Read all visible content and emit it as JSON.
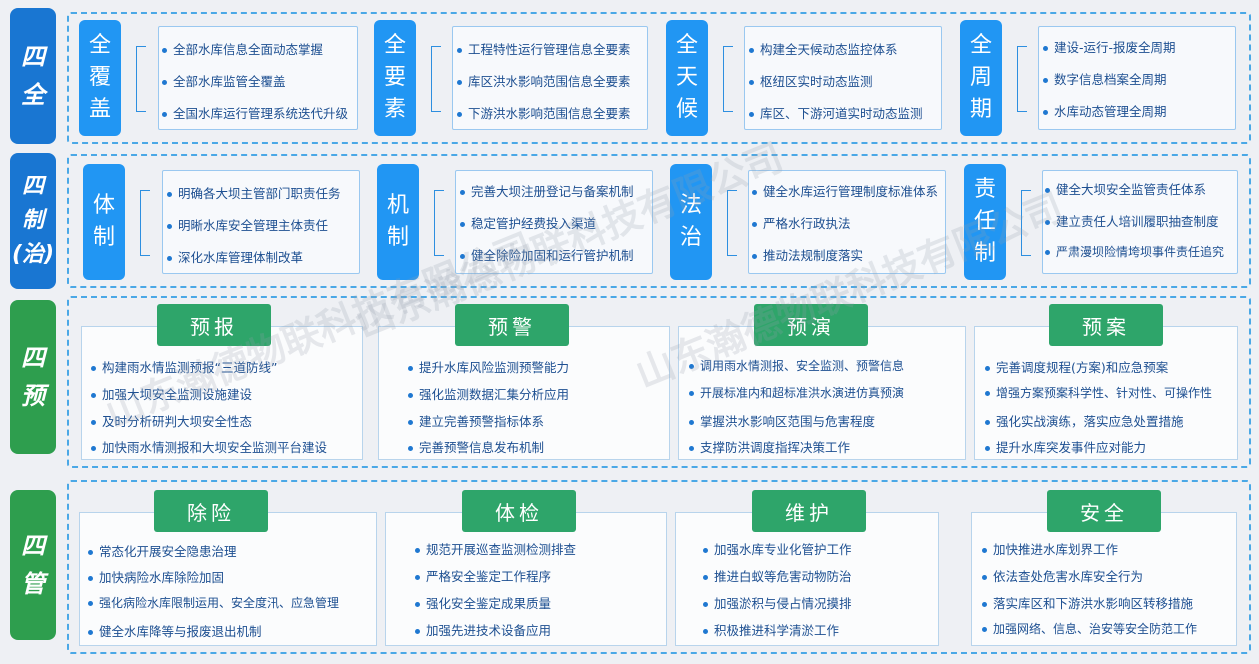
{
  "sections": [
    {
      "label": [
        "四",
        "全"
      ],
      "groups": [
        {
          "title": [
            "全",
            "覆",
            "盖"
          ],
          "items": [
            "全部水库信息全面动态掌握",
            "全部水库监管全覆盖",
            "全国水库运行管理系统迭代升级"
          ]
        },
        {
          "title": [
            "全",
            "要",
            "素"
          ],
          "items": [
            "工程特性运行管理信息全要素",
            "库区洪水影响范围信息全要素",
            "下游洪水影响范围信息全要素"
          ]
        },
        {
          "title": [
            "全",
            "天",
            "候"
          ],
          "items": [
            "构建全天候动态监控体系",
            "枢纽区实时动态监测",
            "库区、下游河道实时动态监测"
          ]
        },
        {
          "title": [
            "全",
            "周",
            "期"
          ],
          "items": [
            "建设-运行-报废全周期",
            "数字信息档案全周期",
            "水库动态管理全周期"
          ]
        }
      ]
    },
    {
      "label": [
        "四",
        "制",
        "(治)"
      ],
      "groups": [
        {
          "title": [
            "体",
            "制"
          ],
          "items": [
            "明确各大坝主管部门职责任务",
            "明晰水库安全管理主体责任",
            "深化水库管理体制改革"
          ]
        },
        {
          "title": [
            "机",
            "制"
          ],
          "items": [
            "完善大坝注册登记与备案机制",
            "稳定管护经费投入渠道",
            "健全除险加固和运行管护机制"
          ]
        },
        {
          "title": [
            "法",
            "治"
          ],
          "items": [
            "健全水库运行管理制度标准体系",
            "严格水行政执法",
            "推动法规制度落实"
          ]
        },
        {
          "title": [
            "责",
            "任",
            "制"
          ],
          "items": [
            "健全大坝安全监管责任体系",
            "建立责任人培训履职抽查制度",
            "严肃漫坝险情垮坝事件责任追究"
          ]
        }
      ]
    },
    {
      "label": [
        "四",
        "预"
      ],
      "groups": [
        {
          "title": "预报",
          "items": [
            "构建雨水情监测预报“三道防线”",
            "加强大坝安全监测设施建设",
            "及时分析研判大坝安全性态",
            "加快雨水情测报和大坝安全监测平台建设"
          ]
        },
        {
          "title": "预警",
          "items": [
            "提升水库风险监测预警能力",
            "强化监测数据汇集分析应用",
            "建立完善预警指标体系",
            "完善预警信息发布机制"
          ]
        },
        {
          "title": "预演",
          "items": [
            "调用雨水情测报、安全监测、预警信息",
            "开展标准内和超标准洪水演进仿真预演",
            "掌握洪水影响区范围与危害程度",
            "支撑防洪调度指挥决策工作"
          ]
        },
        {
          "title": "预案",
          "items": [
            "完善调度规程(方案)和应急预案",
            "增强方案预案科学性、针对性、可操作性",
            "强化实战演练，落实应急处置措施",
            "提升水库突发事件应对能力"
          ]
        }
      ]
    },
    {
      "label": [
        "四",
        "管"
      ],
      "groups": [
        {
          "title": "除险",
          "items": [
            "常态化开展安全隐患治理",
            "加快病险水库除险加固",
            "强化病险水库限制运用、安全度汛、应急管理",
            "健全水库降等与报废退出机制"
          ]
        },
        {
          "title": "体检",
          "items": [
            "规范开展巡查监测检测排查",
            "严格安全鉴定工作程序",
            "强化安全鉴定成果质量",
            "加强先进技术设备应用"
          ]
        },
        {
          "title": "维护",
          "items": [
            "加强水库专业化管护工作",
            "推进白蚁等危害动物防治",
            "加强淤积与侵占情况摸排",
            "积极推进科学清淤工作"
          ]
        },
        {
          "title": "安全",
          "items": [
            "加快推进水库划界工作",
            "依法查处危害水库安全行为",
            "落实库区和下游洪水影响区转移措施",
            "加强网络、信息、治安等安全防范工作"
          ]
        }
      ]
    }
  ],
  "watermark": "山东瀚德物联科技有限公司",
  "colors": {
    "blue": "#1976d2",
    "group_blue": "#2196f3",
    "green": "#2e9e4e",
    "green_title": "#2ea56a",
    "text": "#1d4f91"
  }
}
